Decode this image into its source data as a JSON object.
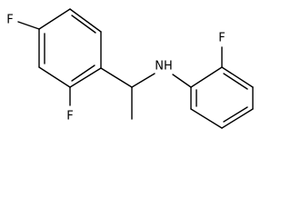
{
  "molecule": {
    "atoms": {
      "fluorine_top_left": "F",
      "fluorine_bottom_left": "F",
      "amine": "NH",
      "fluorine_top_right": "F"
    }
  }
}
